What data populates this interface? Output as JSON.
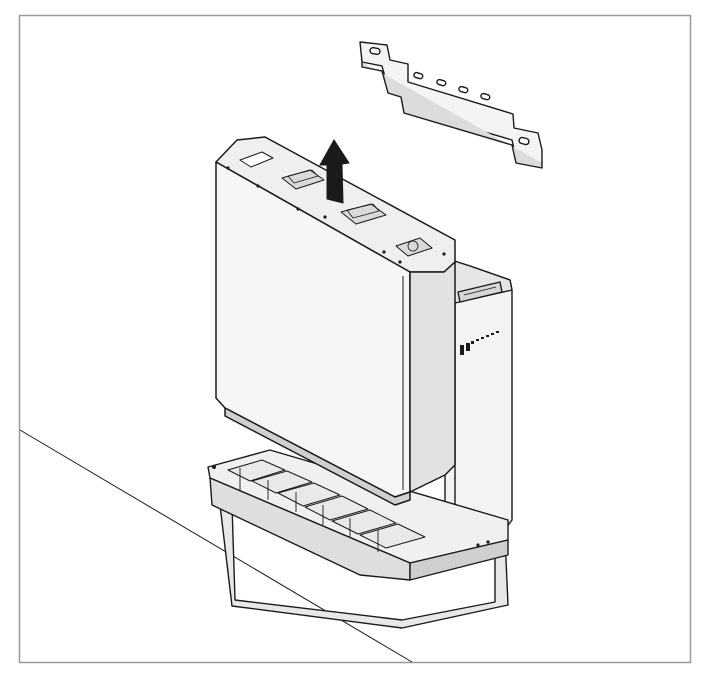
{
  "figure": {
    "description_visible_text": "",
    "colors": {
      "frame": "#999999",
      "stroke": "#1a1a1a",
      "shade_light": "#f2f2f2",
      "shade_mid": "#e0e0e0",
      "shade_dark": "#c8c8c8",
      "arrow": "#1a1a1a"
    },
    "parts": [
      "wall-bracket",
      "main-unit",
      "secondary-unit",
      "base-tray",
      "lift-arrow",
      "wall-floor-edge"
    ]
  }
}
